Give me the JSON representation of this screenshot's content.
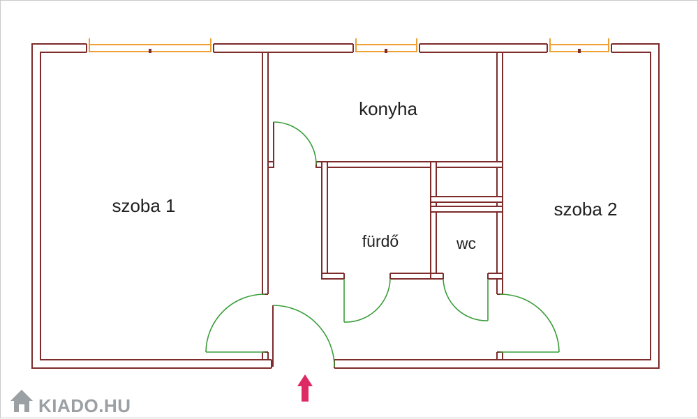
{
  "floor_plan": {
    "type": "floor-plan",
    "rooms": [
      {
        "id": "szoba-1",
        "label": "szoba 1"
      },
      {
        "id": "konyha",
        "label": "konyha"
      },
      {
        "id": "furdo",
        "label": "fürdő"
      },
      {
        "id": "wc",
        "label": "wc"
      },
      {
        "id": "szoba-2",
        "label": "szoba 2"
      }
    ],
    "features": {
      "windows": 3,
      "doors": 6,
      "entrance_marker": "up-arrow"
    }
  },
  "logo": {
    "text": "KIADO.HU",
    "icon": "house-icon"
  },
  "colors": {
    "wall": "#7d2b2b",
    "window": "#ed9f33",
    "door": "#3a9d3a",
    "arrow": "#de2a63",
    "label": "#1f1f1f",
    "logo": "#9aa0a4",
    "background": "#ffffff"
  }
}
